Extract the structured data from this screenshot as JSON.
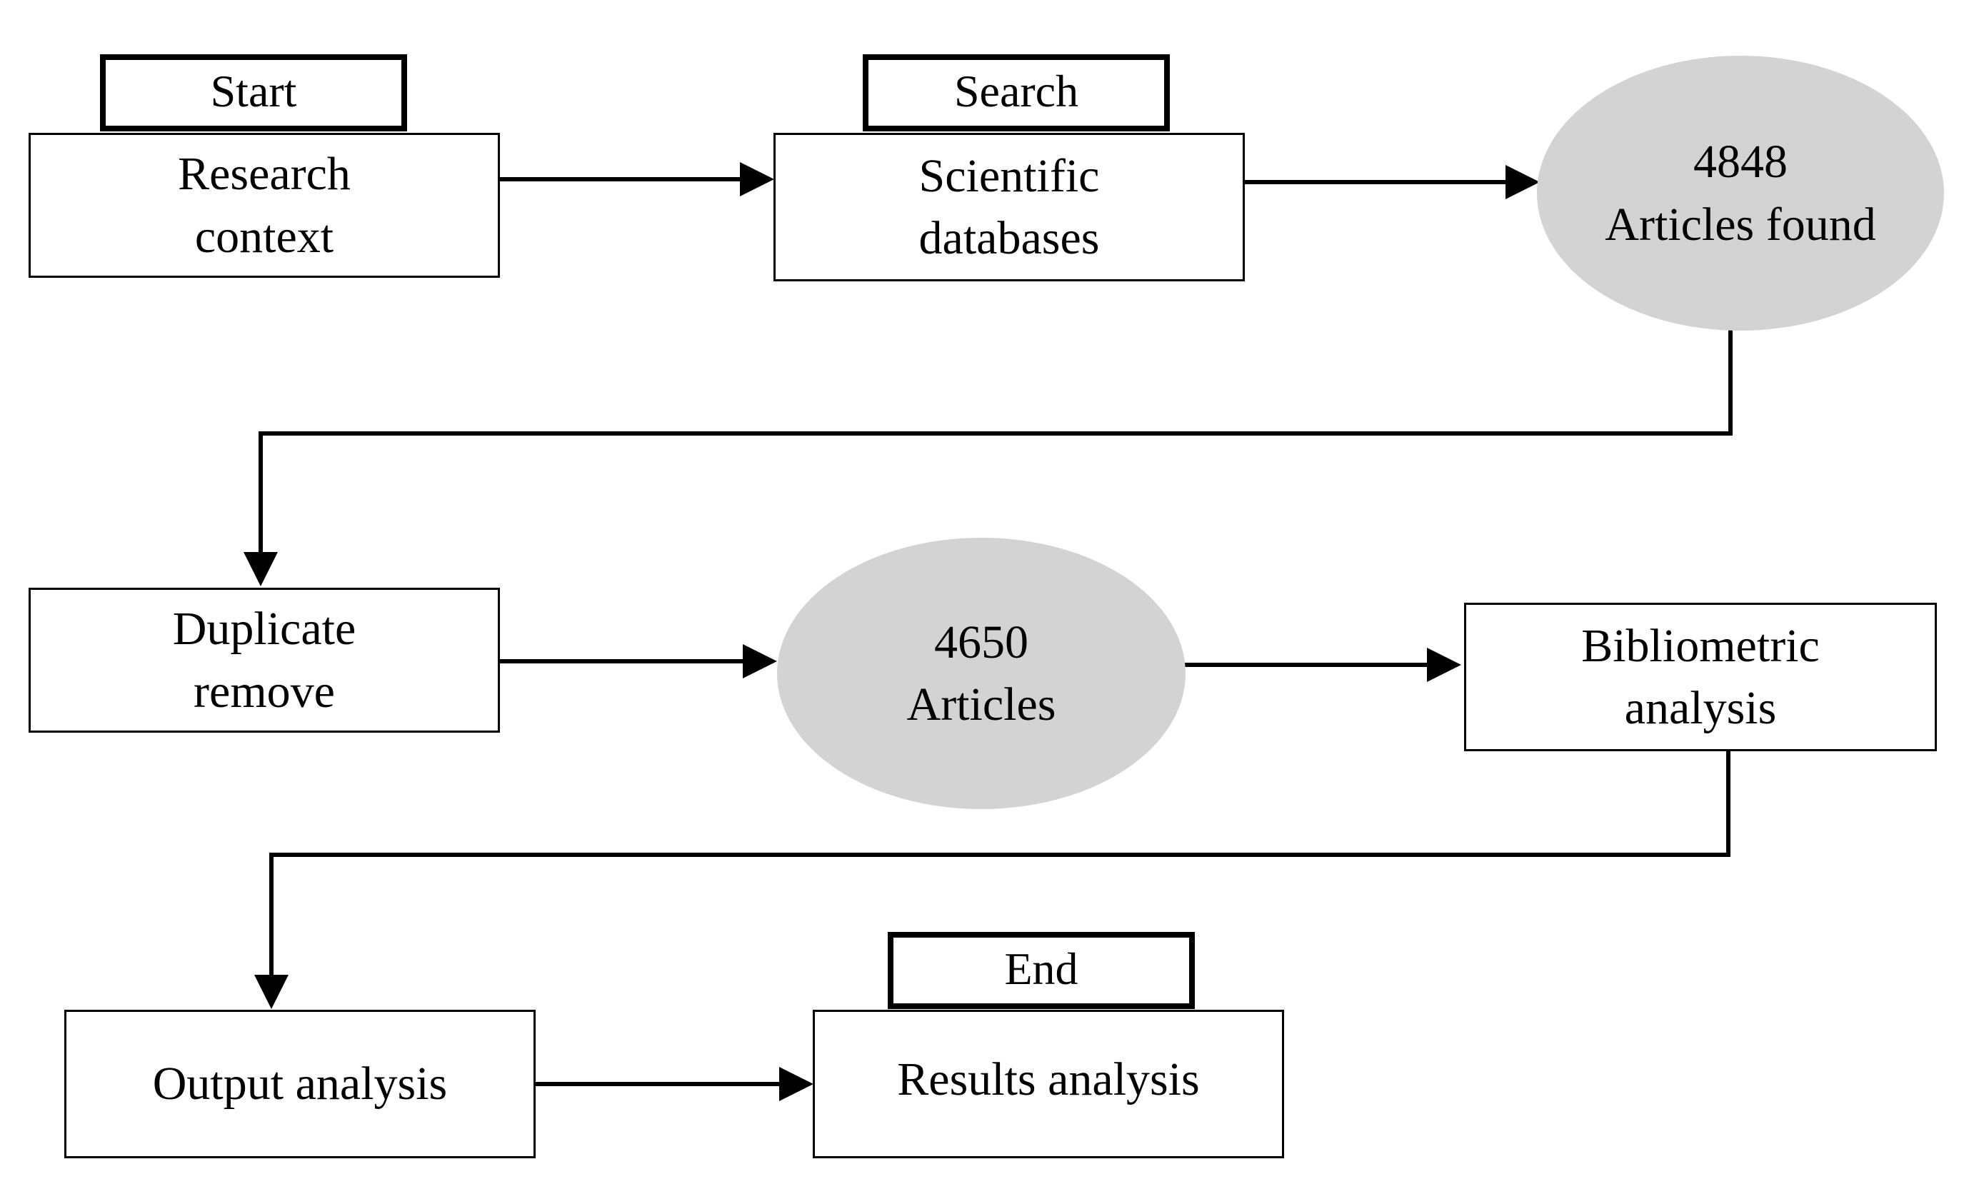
{
  "diagram": {
    "colors": {
      "ellipse_fill": "#d3d3d3",
      "stroke": "#000000",
      "box_fill": "#ffffff"
    },
    "tags": {
      "start": "Start",
      "search": "Search",
      "end": "End"
    },
    "nodes": {
      "research_context": "Research\ncontext",
      "scientific_databases": "Scientific\ndatabases",
      "articles_found": "4848\nArticles found",
      "duplicate_remove": "Duplicate\nremove",
      "articles": "4650\nArticles",
      "bibliometric_analysis": "Bibliometric\nanalysis",
      "output_analysis": "Output analysis",
      "results_analysis": "Results analysis"
    }
  }
}
